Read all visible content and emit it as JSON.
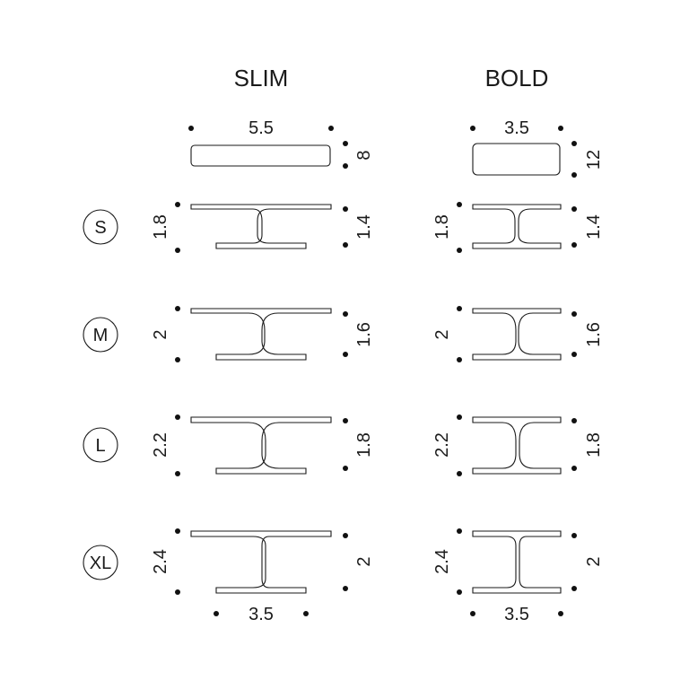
{
  "columns": {
    "slim": "SLIM",
    "bold": "BOLD"
  },
  "sizes": {
    "s": "S",
    "m": "M",
    "l": "L",
    "xl": "XL"
  },
  "slim": {
    "top_width": "5.5",
    "top_height": "8",
    "s_height": "1.8",
    "s_depth": "1.4",
    "m_height": "2",
    "m_depth": "1.6",
    "l_height": "2.2",
    "l_depth": "1.8",
    "xl_height": "2.4",
    "xl_depth": "2",
    "bottom_width": "3.5"
  },
  "bold": {
    "top_width": "3.5",
    "top_height": "12",
    "s_height": "1.8",
    "s_depth": "1.4",
    "m_height": "2",
    "m_depth": "1.6",
    "l_height": "2.2",
    "l_depth": "1.8",
    "xl_height": "2.4",
    "xl_depth": "2",
    "bottom_width": "3.5"
  }
}
